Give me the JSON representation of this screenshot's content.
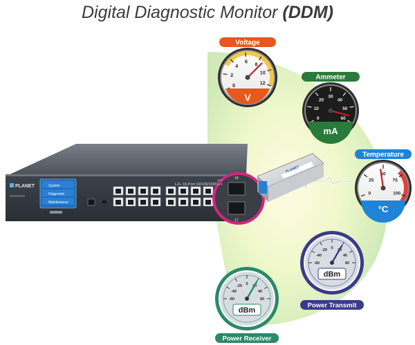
{
  "title": {
    "main": "Digital Diagnostic Monitor",
    "emphasis": "(DDM)"
  },
  "colors": {
    "voltage": "#e8571b",
    "ammeter": "#2a7a3a",
    "temperature": "#1e84d8",
    "power_transmit": "#3b3b8a",
    "power_receiver": "#2a8a6a",
    "switch_body": "#3a4048",
    "sfp_ring": "#d6247e"
  },
  "gauges": {
    "voltage": {
      "label": "Voltage",
      "unit": "V",
      "ticks": [
        "0",
        "2",
        "4",
        "6",
        "8",
        "10",
        "12"
      ]
    },
    "ammeter": {
      "label": "Ammeter",
      "unit": "mA",
      "ticks": [
        "0",
        "10",
        "20",
        "30",
        "40",
        "50",
        "60"
      ]
    },
    "temperature": {
      "label": "Temperature",
      "unit": "°C",
      "ticks": [
        "0",
        "25",
        "50",
        "75",
        "100"
      ]
    },
    "power_transmit": {
      "label": "Power Transmit",
      "unit": "dBm",
      "ticks": [
        "-60",
        "-40",
        "-20",
        "0",
        "20",
        "40",
        "60"
      ]
    },
    "power_receiver": {
      "label": "Power Receiver",
      "unit": "dBm",
      "ticks": [
        "-60",
        "-40",
        "-20",
        "0",
        "20",
        "40",
        "60"
      ]
    }
  },
  "switch": {
    "brand": "PLANET",
    "model_text": "L2+ 16-Port 10/100/1000T +",
    "lcd_items": [
      "System",
      "Diagnostic",
      "Maintenance"
    ],
    "sfp_labels": [
      "18",
      "17"
    ],
    "sfp_port_text": [
      "ACT",
      "ACT"
    ],
    "module_brand": "PLANET"
  }
}
